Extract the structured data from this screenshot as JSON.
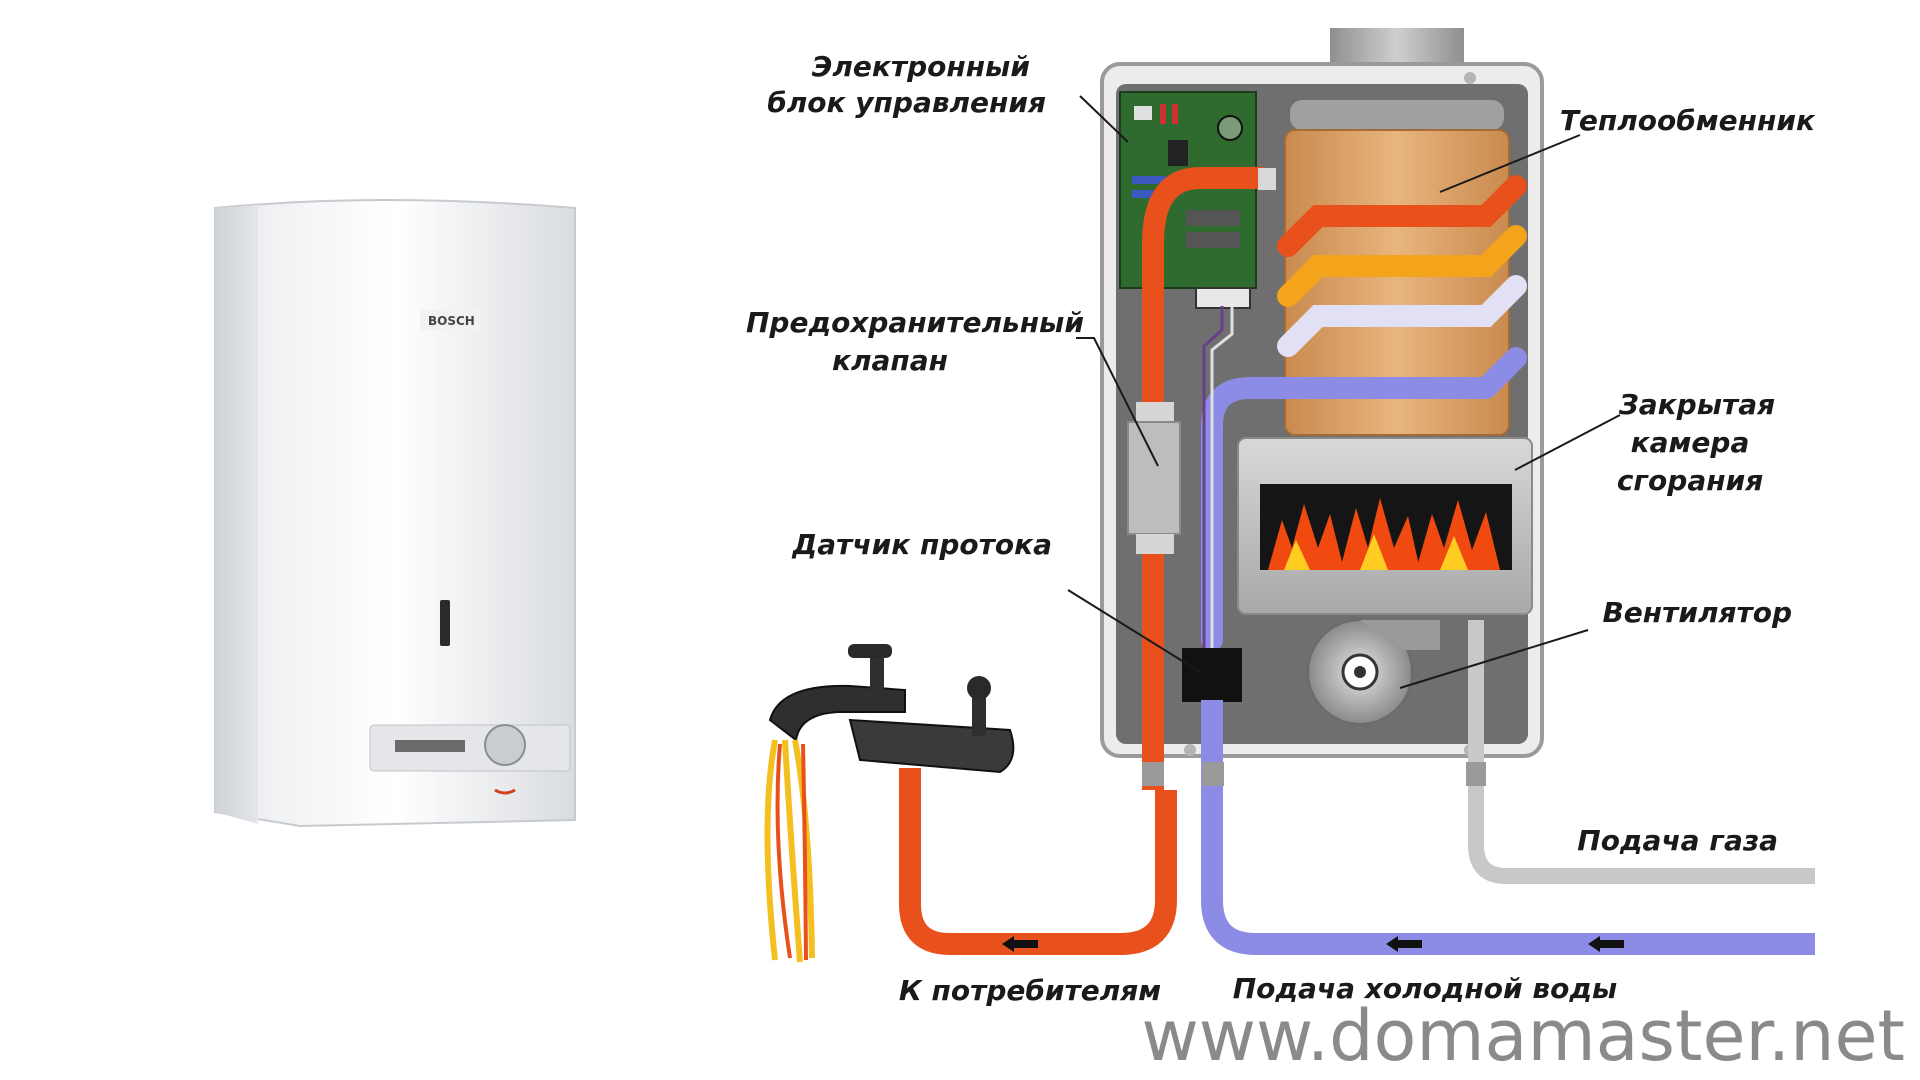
{
  "product": {
    "brand": "BOSCH"
  },
  "labels": {
    "control_unit": [
      "Электронный",
      "блок управления"
    ],
    "heat_exchanger": "Теплообменник",
    "safety_valve": [
      "Предохранительный",
      "клапан"
    ],
    "combustion_chamber": [
      "Закрытая",
      "камера",
      "сгорания"
    ],
    "flow_sensor": "Датчик протока",
    "fan": "Вентилятор",
    "gas_supply": "Подача газа",
    "to_consumers": "К потребителям",
    "cold_water_supply": "Подача холодной воды"
  },
  "watermark": "www.domamaster.net",
  "colors": {
    "hot_pipe": "#e8501c",
    "cold_pipe": "#8c8ce6",
    "gas_pipe": "#c8c8c8",
    "housing": "#707070",
    "heat_exchanger": "#d9a26a",
    "board": "#2f6b2f",
    "flame": "#f04a10"
  }
}
